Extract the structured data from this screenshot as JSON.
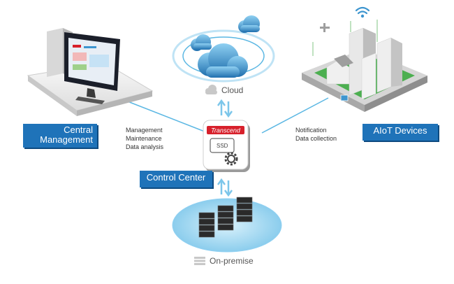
{
  "colors": {
    "accent": "#1f73b9",
    "connector": "#5bb7e3",
    "cloud": "#3d95cf",
    "brand_red": "#d7202b"
  },
  "nodes": {
    "central_management": {
      "lines": [
        "Central",
        "Management"
      ],
      "icon": "desktop-computer-icon"
    },
    "control_center": {
      "label": "Control Center",
      "brand": "Transcend",
      "chip": "SSD",
      "icon": "ssd-gear-icon"
    },
    "aiot_devices": {
      "label": "AIoT Devices",
      "icon": "smart-city-icon"
    },
    "cloud": {
      "label": "Cloud",
      "icon": "cloud-icon"
    },
    "on_premise": {
      "label": "On-premise",
      "icon": "server-stack-icon"
    }
  },
  "notes": {
    "left": [
      "Management",
      "Maintenance",
      "Data analysis"
    ],
    "right": [
      "Notification",
      "Data collection"
    ]
  }
}
